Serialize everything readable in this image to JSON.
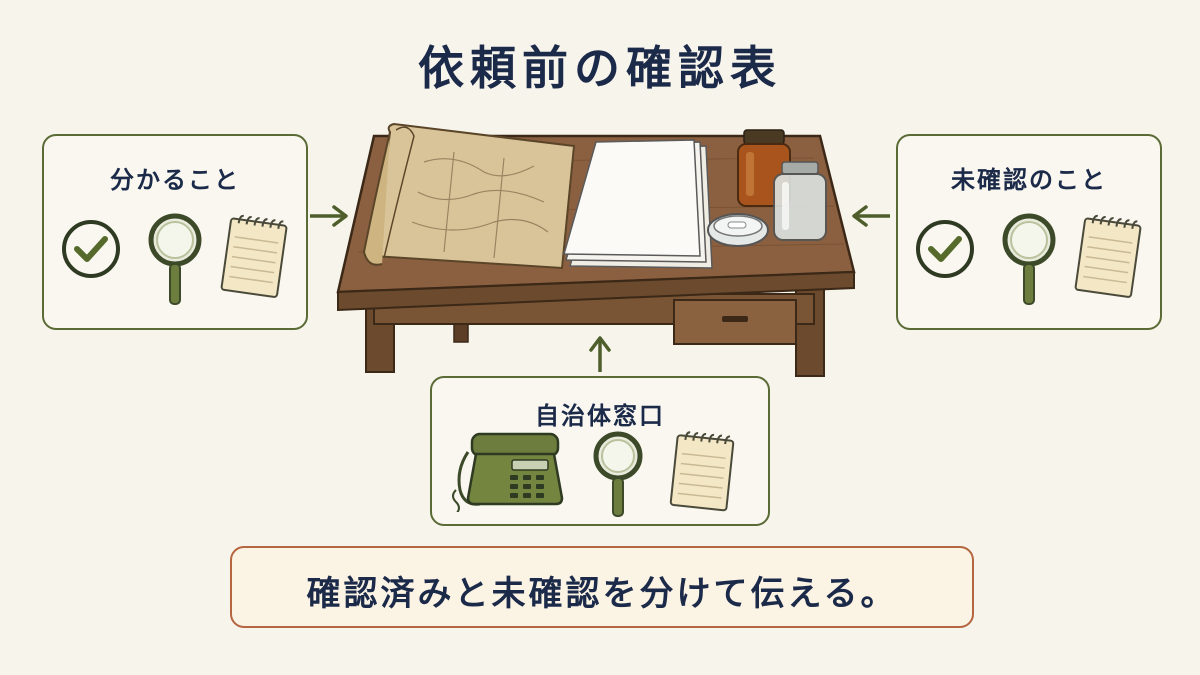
{
  "title": "依頼前の確認表",
  "panels": {
    "known": {
      "label": "分かること",
      "icons": [
        "check-circle-icon",
        "magnifier-icon",
        "notepad-icon"
      ]
    },
    "unconfirmed": {
      "label": "未確認のこと",
      "icons": [
        "check-circle-icon",
        "magnifier-icon",
        "notepad-icon"
      ]
    },
    "municipal_office": {
      "label": "自治体窓口",
      "icons": [
        "telephone-icon",
        "magnifier-icon",
        "notepad-icon"
      ]
    }
  },
  "center_illustration": {
    "items": [
      "desk",
      "old-map",
      "paper-stack",
      "amber-jar",
      "clear-jar",
      "petri-dish"
    ]
  },
  "banner": {
    "text": "確認済みと未確認を分けて伝える。"
  },
  "colors": {
    "title": "#1c2a4a",
    "panel_border": "#5a6b35",
    "arrow": "#4f5f2c",
    "banner_border": "#b5653f",
    "background": "#f7f4ec"
  }
}
